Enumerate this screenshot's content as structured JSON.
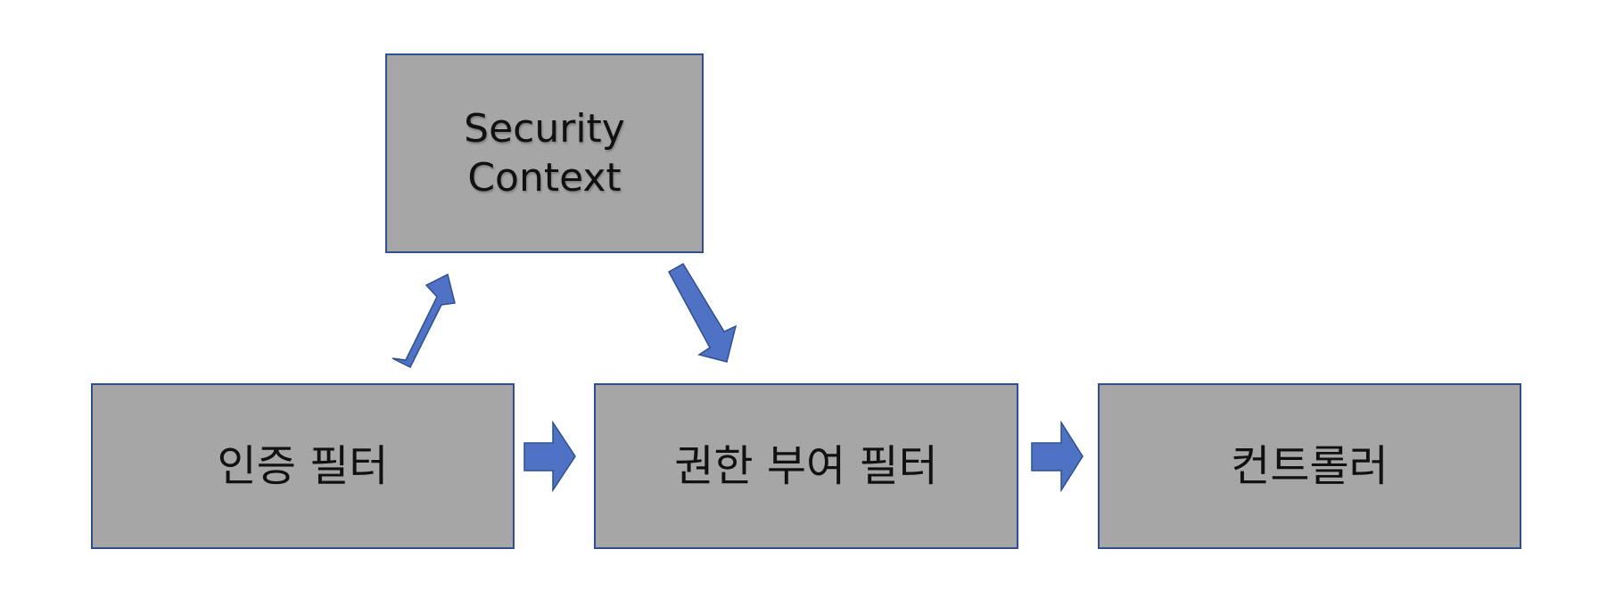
{
  "colors": {
    "box_fill": "#a6a6a6",
    "box_border": "#2f4f8f",
    "arrow_fill": "#4f72c4",
    "arrow_stroke": "#2f4f8f",
    "text": "#111111"
  },
  "nodes": {
    "security_context": "Security\nContext",
    "auth_filter": "인증 필터",
    "authz_filter": "권한 부여 필터",
    "controller": "컨트롤러"
  },
  "edges": [
    {
      "from": "auth_filter",
      "to": "security_context"
    },
    {
      "from": "security_context",
      "to": "authz_filter"
    },
    {
      "from": "auth_filter",
      "to": "authz_filter"
    },
    {
      "from": "authz_filter",
      "to": "controller"
    }
  ]
}
